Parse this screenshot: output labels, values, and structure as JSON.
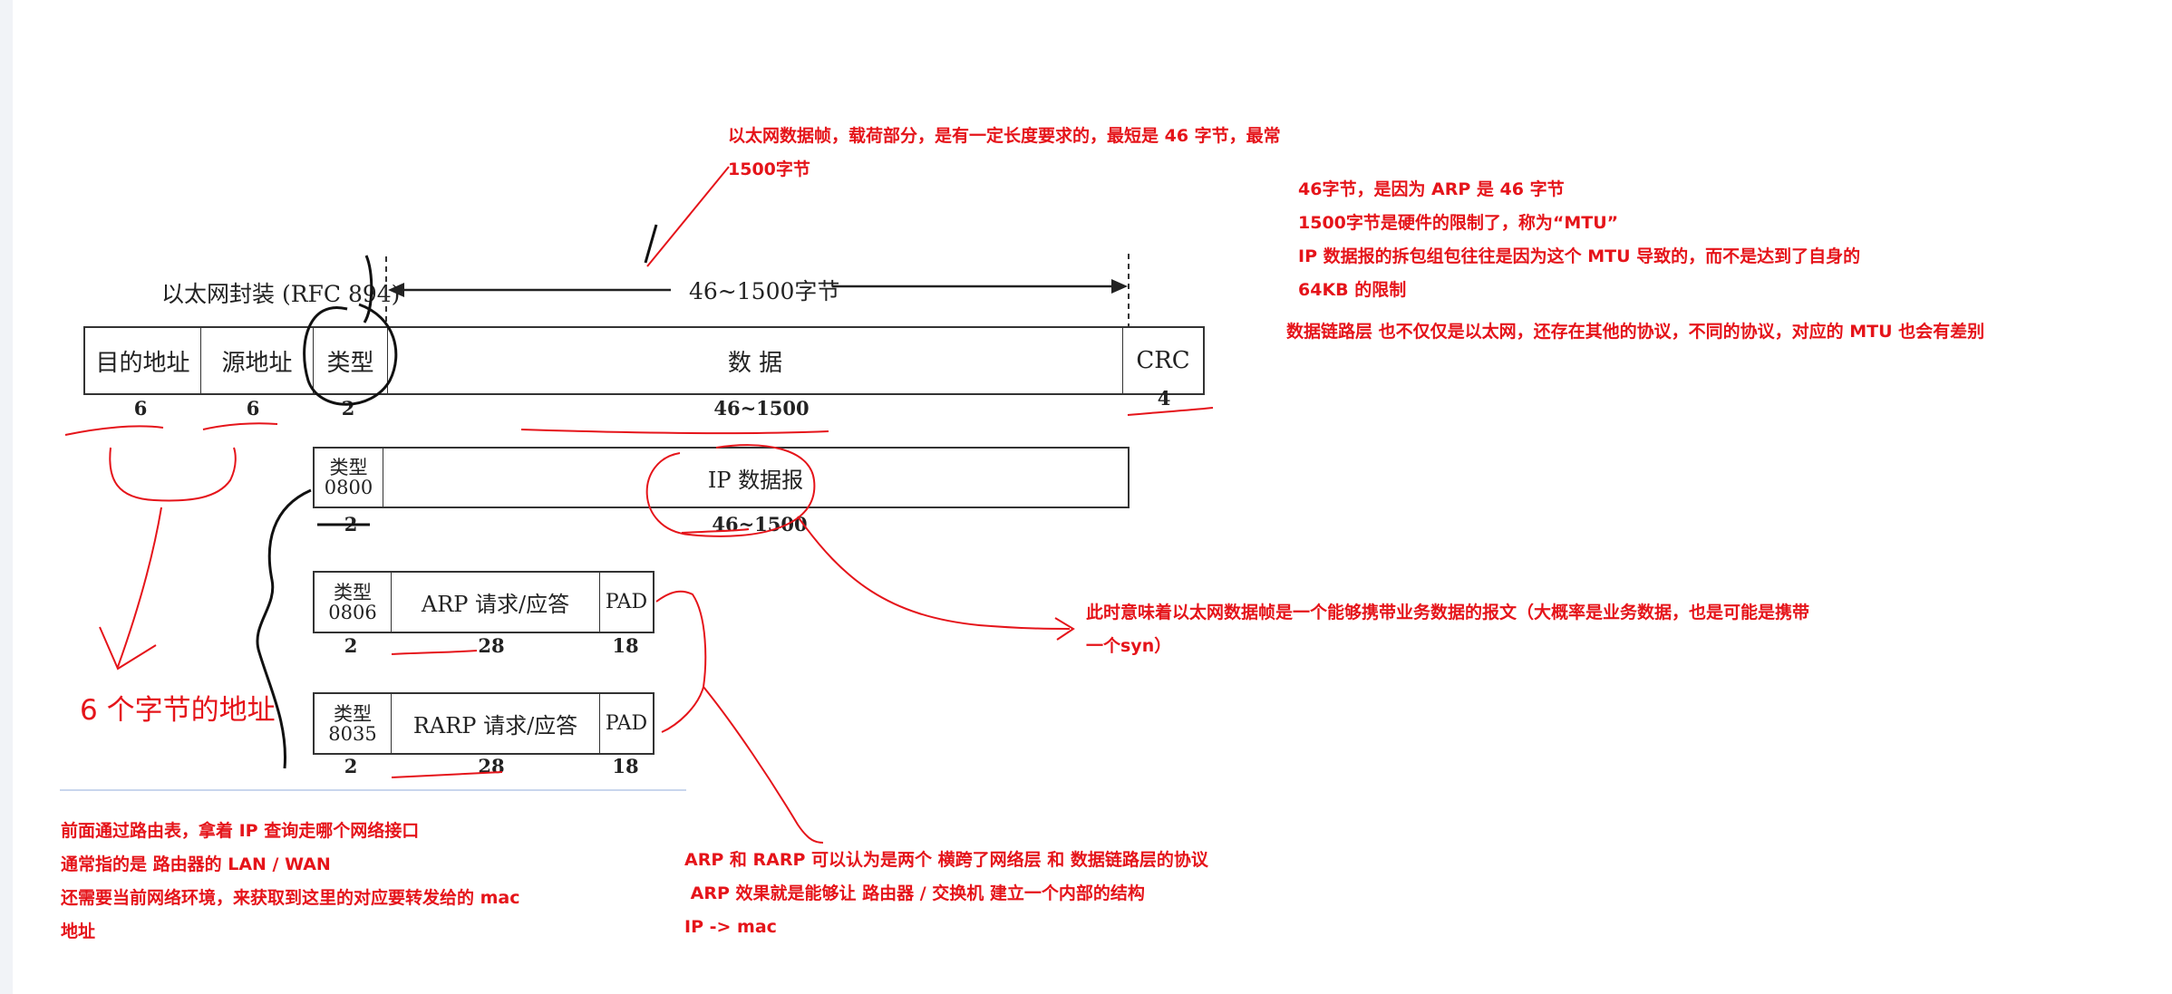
{
  "notes": {
    "top_center": [
      "以太网数据帧，载荷部分，是有一定长度要求的，最短是 46 字节，最常",
      "1500字节"
    ],
    "right_top": [
      "46字节，是因为 ARP 是 46 字节",
      "1500字节是硬件的限制了，称为“MTU”",
      "IP 数据报的拆包组包往往是因为这个 MTU 导致的，而不是达到了自身的",
      "64KB 的限制"
    ],
    "right_mid": "数据链路层 也不仅仅是以太网，还存在其他的协议，不同的协议，对应的 MTU 也会有差别",
    "center_right": [
      "此时意味着以太网数据帧是一个能够携带业务数据的报文（大概率是业务数据，也是可能是携带",
      "一个syn）"
    ],
    "bottom_left": [
      "前面通过路由表，拿着 IP 查询走哪个网络接口",
      "通常指的是 路由器的 LAN / WAN",
      "还需要当前网络环境，来获取到这里的对应要转发给的 mac",
      "地址"
    ],
    "bottom_center": [
      "ARP 和 RARP 可以认为是两个 横跨了网络层 和 数据链路层的协议",
      " ARP 效果就是能够让 路由器 / 交换机 建立一个内部的结构",
      "IP -> mac"
    ],
    "handwritten": "6 个字节的地址"
  },
  "diagram": {
    "header_label": "以太网封装 (RFC 894)",
    "range_label": "46~1500字节",
    "frame": {
      "fields": [
        "目的地址",
        "源地址",
        "类型",
        "数 据",
        "CRC"
      ],
      "sizes": [
        "6",
        "6",
        "2",
        "46~1500",
        "4"
      ]
    },
    "ip_row": {
      "type_label": "类型",
      "type_code": "0800",
      "payload": "IP 数据报",
      "type_size": "2",
      "payload_size": "46~1500"
    },
    "arp_row": {
      "type_label": "类型",
      "type_code": "0806",
      "payload": "ARP 请求/应答",
      "pad": "PAD",
      "sizes": [
        "2",
        "28",
        "18"
      ]
    },
    "rarp_row": {
      "type_label": "类型",
      "type_code": "8035",
      "payload": "RARP 请求/应答",
      "pad": "PAD",
      "sizes": [
        "2",
        "28",
        "18"
      ]
    }
  }
}
